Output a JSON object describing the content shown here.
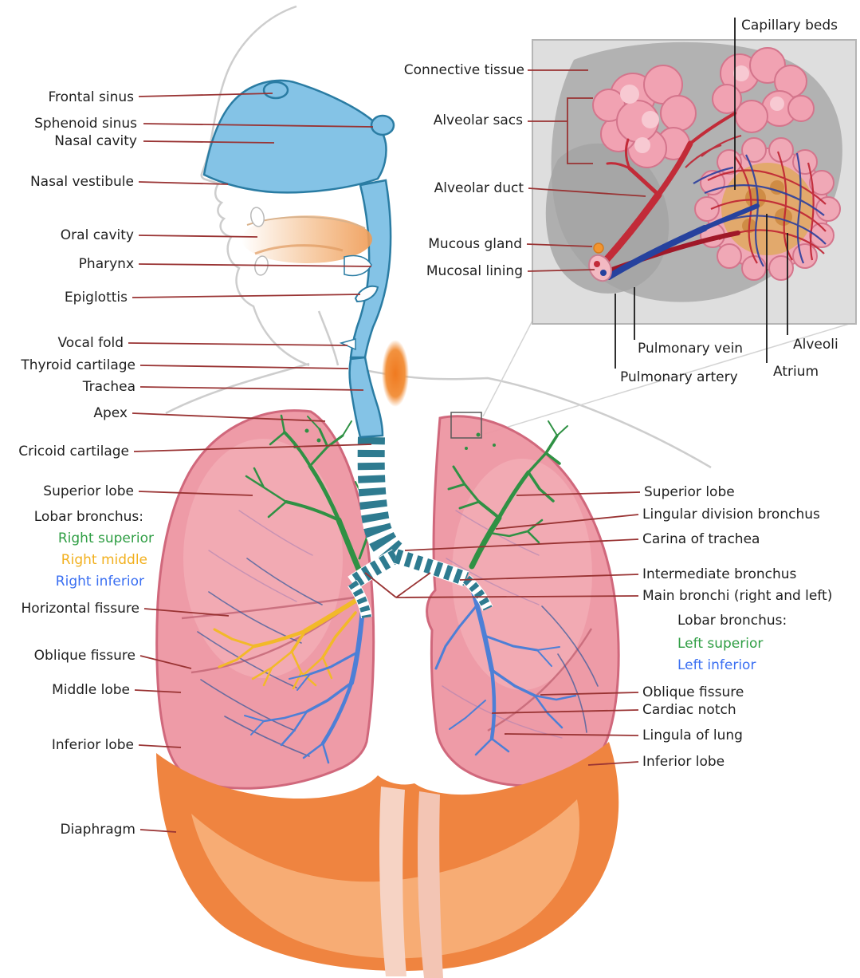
{
  "labels": {
    "frontal_sinus": "Frontal sinus",
    "sphenoid_sinus": "Sphenoid sinus",
    "nasal_cavity": "Nasal cavity",
    "nasal_vestibule": "Nasal vestibule",
    "oral_cavity": "Oral cavity",
    "pharynx": "Pharynx",
    "epiglottis": "Epiglottis",
    "vocal_fold": "Vocal fold",
    "thyroid_cartilage": "Thyroid cartilage",
    "trachea": "Trachea",
    "apex": "Apex",
    "cricoid_cartilage": "Cricoid cartilage",
    "superior_lobe_right": "Superior lobe",
    "lobar_bronchus_right_heading": "Lobar bronchus:",
    "right_superior": "Right superior",
    "right_middle": "Right middle",
    "right_inferior": "Right inferior",
    "horizontal_fissure": "Horizontal fissure",
    "oblique_fissure_right": "Oblique fissure",
    "middle_lobe": "Middle lobe",
    "inferior_lobe_right": "Inferior lobe",
    "diaphragm": "Diaphragm",
    "connective_tissue": "Connective tissue",
    "alveolar_sacs": "Alveolar sacs",
    "alveolar_duct": "Alveolar duct",
    "mucous_gland": "Mucous gland",
    "mucosal_lining": "Mucosal lining",
    "capillary_beds": "Capillary beds",
    "pulmonary_vein": "Pulmonary vein",
    "pulmonary_artery": "Pulmonary artery",
    "alveoli": "Alveoli",
    "atrium": "Atrium",
    "superior_lobe_left": "Superior lobe",
    "lingular_division_bronchus": "Lingular division bronchus",
    "carina_of_trachea": "Carina of trachea",
    "intermediate_bronchus": "Intermediate bronchus",
    "main_bronchi": "Main bronchi (right and left)",
    "lobar_bronchus_left_heading": "Lobar bronchus:",
    "left_superior": "Left superior",
    "left_inferior": "Left inferior",
    "oblique_fissure_left": "Oblique fissure",
    "cardiac_notch": "Cardiac notch",
    "lingula_of_lung": "Lingula of lung",
    "inferior_lobe_left": "Inferior lobe"
  },
  "colors": {
    "bronchus_green": "#2f9e44",
    "bronchus_yellow": "#f2b01e",
    "bronchus_blue": "#3a6ff2",
    "leader_line": "#993333",
    "black_line": "#1a1a1a",
    "label_text": "#1f1f1f",
    "lung_pink": "#ee97a4",
    "airway_blue": "#84c3e6",
    "trachea_teal": "#2e7b90",
    "diaphragm_orange": "#ef8440",
    "alveolar_sac_pink": "#f1a2b2",
    "atrium_tan": "#e2a96c",
    "capillary_red": "#bf2433",
    "capillary_blue": "#2b3f9e"
  }
}
